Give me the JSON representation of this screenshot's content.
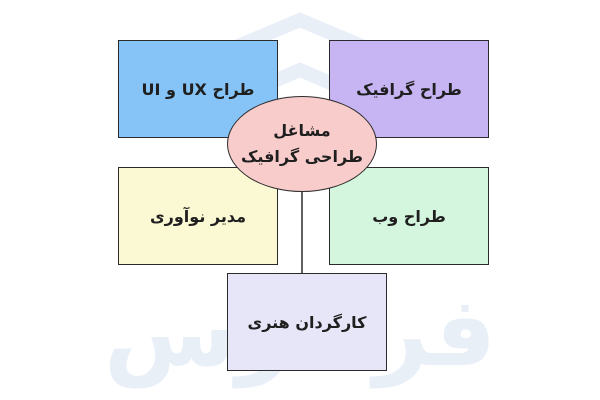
{
  "diagram": {
    "center": {
      "line1": "مشاغل",
      "line2": "طراحی گرافیک",
      "color": "#f9cccc"
    },
    "nodes": [
      {
        "id": "ux-ui",
        "label": "طراح UX و UI",
        "color": "#86c4f7"
      },
      {
        "id": "graphic",
        "label": "طراح گرافیک",
        "color": "#c6b4f3"
      },
      {
        "id": "innovation",
        "label": "مدیر نوآوری",
        "color": "#fbf8d4"
      },
      {
        "id": "web",
        "label": "طراح وب",
        "color": "#d4f6de"
      },
      {
        "id": "art-director",
        "label": "کارگردان هنری",
        "color": "#e7e6f9"
      }
    ],
    "connector_color": "#2b2b2b"
  },
  "watermark": {
    "text": "فرادرس",
    "color": "#e8eff7"
  }
}
